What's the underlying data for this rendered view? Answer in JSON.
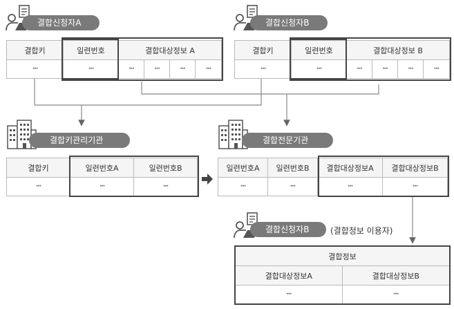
{
  "applicant_a": {
    "label": "결합신청자A",
    "headers": [
      "결합키",
      "일련번호",
      "결합대상정보 A"
    ],
    "values": [
      "···",
      "···",
      "···",
      "···",
      "···",
      "···"
    ]
  },
  "applicant_b": {
    "label": "결합신청자B",
    "headers": [
      "결합키",
      "일련번호",
      "결합대상정보 B"
    ],
    "values": [
      "···",
      "···",
      "···",
      "···",
      "···",
      "···"
    ]
  },
  "key_agency": {
    "label": "결합키관리기관",
    "headers": [
      "결합키",
      "일련번호A",
      "일련번호B"
    ],
    "values": [
      "···",
      "···",
      "···"
    ]
  },
  "combine_agency": {
    "label": "결합전문기관",
    "headers": [
      "일련번호A",
      "일련번호B",
      "결합대상정보A",
      "결합대상정보B"
    ],
    "values": [
      "···",
      "···",
      "···",
      "···"
    ]
  },
  "result": {
    "label": "결합신청자B",
    "note": "(결합정보 이용자)",
    "title": "결합정보",
    "headers": [
      "결합대상정보A",
      "결합대상정보B"
    ],
    "values": [
      "···",
      "···"
    ]
  }
}
